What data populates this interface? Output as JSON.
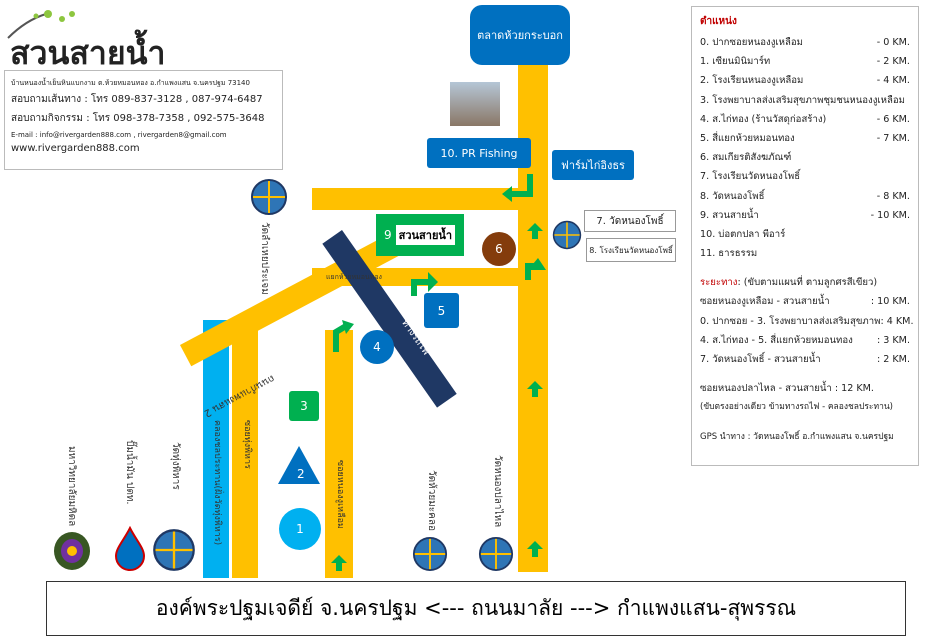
{
  "logo": {
    "text": "สวนสายน้ำ"
  },
  "info": {
    "address": "บ้านหนองน้ำเย็นหินแบกงาม ต.ห้วยหมอนทอง อ.กำแพงแสน จ.นครปฐม 73140",
    "route_phone": "สอบถามเส้นทาง : โทร 089-837-3128 ,  087-974-6487",
    "activity_phone": "สอบถามกิจกรรม : โทร 098-378-7358 , 092-575-3648",
    "email": "E-mail : info@rivergarden888.com   , rivergarden8@gmail.com",
    "website": "www.rivergarden888.com"
  },
  "legend": {
    "positions_title": "ตำแหน่ง",
    "positions": [
      {
        "name": "0. ปากซอยหนองงูเหลือม",
        "dist": "- 0 KM."
      },
      {
        "name": "1. เซียนมินิมาร์ท",
        "dist": "- 2 KM."
      },
      {
        "name": "2. โรงเรียนหนองงูเหลือม",
        "dist": "- 4 KM."
      },
      {
        "name": "3. โรงพยาบาลส่งเสริมสุขภาพชุมชนหนองงูเหลือม",
        "dist": ""
      },
      {
        "name": "4. ส.ไก่ทอง (ร้านวัสดุก่อสร้าง)",
        "dist": "- 6 KM."
      },
      {
        "name": "5. สี่แยกห้วยหมอนทอง",
        "dist": "- 7 KM."
      },
      {
        "name": "6. สมเกียรติสังฆภัณฑ์",
        "dist": ""
      },
      {
        "name": "7. โรงเรียนวัดหนองโพธิ์",
        "dist": ""
      },
      {
        "name": "8. วัดหนองโพธิ์",
        "dist": "- 8 KM."
      },
      {
        "name": "9. สวนสายน้ำ",
        "dist": "- 10 KM."
      },
      {
        "name": "10. บ่อตกปลา พีอาร์",
        "dist": ""
      },
      {
        "name": "11. ธารธรรม",
        "dist": ""
      }
    ],
    "distance_title": "ระยะทาง",
    "distance_note": "  : (ขับตามแผนที่ ตามลูกศรสีเขียว)",
    "distances": [
      {
        "name": "ซอยหนองงูเหลือม - สวนสายน้ำ",
        "dist": ": 10 KM."
      },
      {
        "name": "0. ปากซอย - 3. โรงพยาบาลส่งเสริมสุขภาพ",
        "dist": ": 4 KM."
      },
      {
        "name": "4. ส.ไก่ทอง - 5. สี่แยกห้วยหมอนทอง",
        "dist": ": 3 KM."
      },
      {
        "name": "7. วัดหนองโพธิ์ - สวนสายน้ำ",
        "dist": ": 2 KM."
      }
    ],
    "alt_route": "ซอยหนองปลาไหล - สวนสายน้ำ : 12 KM.",
    "alt_route_note": "(ขับตรงอย่างเดียว ข้ามทางรถไฟ - คลองชลประทาน)",
    "gps": "GPS นำทาง : วัดหนองโพธิ์ อ.กำแพงแสน จ.นครปฐม"
  },
  "map": {
    "market": "ตลาดห้วยกระบอก",
    "pr_fishing": "10. PR Fishing",
    "farm": "ฟาร์มไก่อิงธร",
    "wat_nong_pho": "7. วัดหนองโพธิ์",
    "school_nong_pho": "8. โรงเรียนวัดหนองโพธิ์",
    "garden_num": "9",
    "garden_name": "สวนสายน้ำ",
    "junction_road": "แยกห้วยหมอนทอง",
    "railway": "ทางรถไฟ",
    "road_kampaeng": "ถนนกำแพงแสน 2",
    "canal": "คลองชลประทาน(ฝั่งวัดทุ่งพิหาร)",
    "soi_kiem": "ซอยทุ่งพิหาร",
    "soi_nong_ngu": "ซอยหนองงูเหลือม",
    "wat_lam_phraya": "วัดลำเหยประเจม",
    "wat_huai": "วัดห้วยมะคลอ",
    "wat_nong_pla_lai": "วัดหนองปลาไหล",
    "wat_tung_pihan": "วัดทุ่งพิหาร",
    "ptt": "ปั๊มน้ำมัน ปตท.",
    "univ": "มหาวิทยาลัยมหิดล",
    "num1": "1",
    "num2": "2",
    "num3": "3",
    "num4": "4",
    "num5": "5",
    "num6": "6"
  },
  "bottom_caption": "องค์พระปฐมเจดีย์ จ.นครปฐม <--- ถนนมาลัย ---> กำแพงแสน-สุพรรณ",
  "colors": {
    "road": "#FFC000",
    "canal": "#00B0F0",
    "navy": "#1F3864",
    "button_blue": "#0070C0",
    "arrow_green": "#00B050",
    "legend_red": "#C00000"
  }
}
